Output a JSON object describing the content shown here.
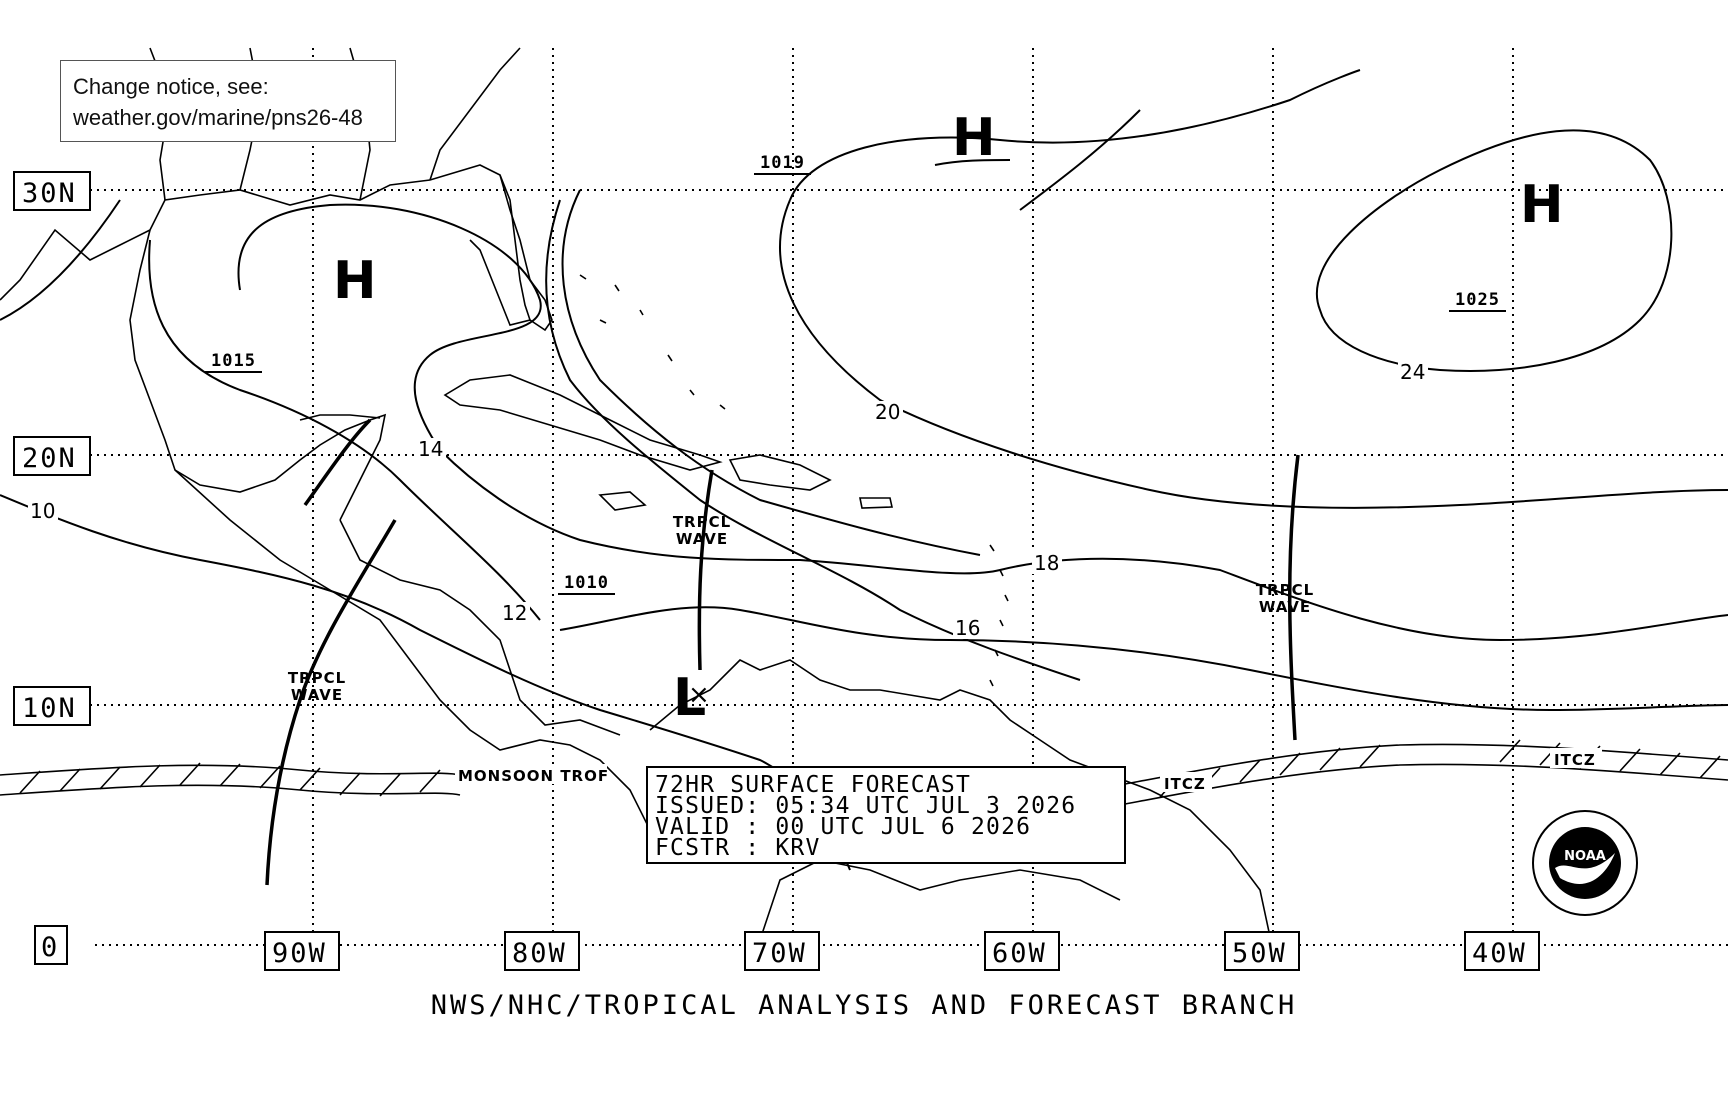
{
  "notice": {
    "line1": "Change notice, see:",
    "line2": "weather.gov/marine/pns26-48"
  },
  "forecast_box": {
    "line1": "72HR SURFACE FORECAST",
    "line2": "ISSUED: 05:34 UTC JUL 3 2026",
    "line3": "VALID : 00 UTC JUL 6 2026",
    "line4": "FCSTR : KRV"
  },
  "footer": "NWS/NHC/TROPICAL ANALYSIS AND FORECAST BRANCH",
  "lat_labels": [
    "30N",
    "20N",
    "10N",
    "0"
  ],
  "lon_labels": [
    "90W",
    "80W",
    "70W",
    "60W",
    "50W",
    "40W"
  ],
  "pressure_centers": [
    {
      "type": "H",
      "value": "1015"
    },
    {
      "type": "H",
      "value": "1019"
    },
    {
      "type": "H",
      "value": "1025"
    },
    {
      "type": "L",
      "value": "1010"
    }
  ],
  "isobar_labels": [
    "10",
    "12",
    "14",
    "16",
    "18",
    "20",
    "24"
  ],
  "features": {
    "tropical_wave": "TRPCL\nWAVE",
    "monsoon_trough": "MONSOON TROF",
    "itcz": "ITCZ"
  },
  "logo_text": "NOAA",
  "line_color": "#000000"
}
